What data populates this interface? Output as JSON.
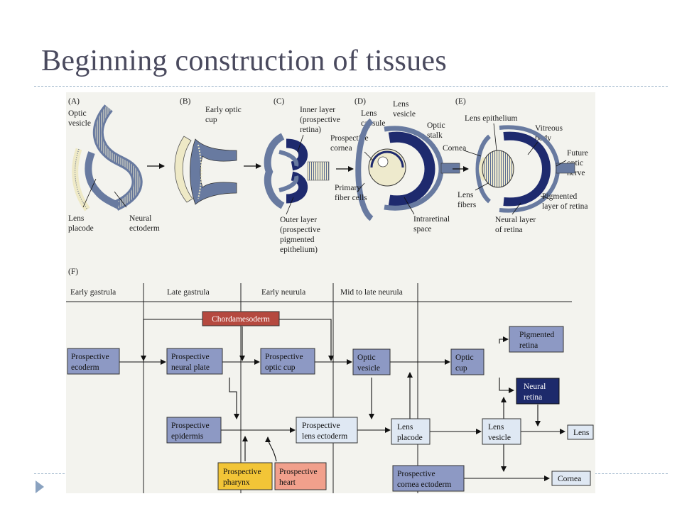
{
  "slide": {
    "title": "Beginning construction of tissues"
  },
  "panels": {
    "A": "(A)",
    "B": "(B)",
    "C": "(C)",
    "D": "(D)",
    "E": "(E)",
    "F": "(F)"
  },
  "labels": {
    "optic_vesicle": [
      "Optic",
      "vesicle"
    ],
    "lens_placode": [
      "Lens",
      "placode"
    ],
    "neural_ectoderm": [
      "Neural",
      "ectoderm"
    ],
    "early_optic_cup": [
      "Early optic",
      "cup"
    ],
    "inner_layer": [
      "Inner layer",
      "(prospective",
      "retina)"
    ],
    "outer_layer": [
      "Outer layer",
      "(prospective",
      "pigmented",
      "epithelium)"
    ],
    "lens_capsule": [
      "Lens",
      "capsule"
    ],
    "lens_vesicle": [
      "Lens",
      "vesicle"
    ],
    "optic_stalk": [
      "Optic",
      "stalk"
    ],
    "prospective_cornea": [
      "Prospective",
      "cornea"
    ],
    "primary_fiber_cells": [
      "Primary",
      "fiber cells"
    ],
    "intraretinal_space": [
      "Intraretinal",
      "space"
    ],
    "lens_epithelium": "Lens epithelium",
    "vitreous_body": [
      "Vitreous",
      "body"
    ],
    "cornea": "Cornea",
    "future_optic_nerve": [
      "Future",
      "optic",
      "nerve"
    ],
    "lens_fibers": [
      "Lens",
      "fibers"
    ],
    "pigmented_layer": [
      "Pigmented",
      "layer of retina"
    ],
    "neural_layer": [
      "Neural layer",
      "of retina"
    ]
  },
  "stages": [
    "Early gastrula",
    "Late gastrula",
    "Early neurula",
    "Mid to late neurula"
  ],
  "flow_boxes": {
    "chordamesoderm": "Chordamesoderm",
    "prospective_ecoderm": [
      "Prospective",
      "ecoderm"
    ],
    "prospective_neural_plate": [
      "Prospective",
      "neural plate"
    ],
    "prospective_optic_cup": [
      "Prospective",
      "optic cup"
    ],
    "optic_vesicle": [
      "Optic",
      "vesicle"
    ],
    "optic_cup": [
      "Optic",
      "cup"
    ],
    "pigmented_retina": [
      "Pigmented",
      "retina"
    ],
    "neural_retina": [
      "Neural",
      "retina"
    ],
    "prospective_epidermis": [
      "Prospective",
      "epidermis"
    ],
    "prospective_lens_ectoderm": [
      "Prospective",
      "lens ectoderm"
    ],
    "lens_placode": [
      "Lens",
      "placode"
    ],
    "lens_vesicle": [
      "Lens",
      "vesicle"
    ],
    "lens": "Lens",
    "prospective_pharynx": [
      "Prospective",
      "pharynx"
    ],
    "prospective_heart": [
      "Prospective",
      "heart"
    ],
    "prospective_cornea_ectoderm": [
      "Prospective",
      "cornea ectoderm"
    ],
    "cornea": "Cornea"
  },
  "colors": {
    "slate_box": "#8d99c4",
    "chordamesoderm": "#b5493f",
    "light_box": "#dfe8f3",
    "neural_retina": "#1d2a6b",
    "pharynx": "#f2c537",
    "heart": "#f1a08c",
    "tissue_slate": "#687aa0",
    "tissue_dark": "#1e2a6e",
    "tissue_cream": "#eee9c6"
  }
}
